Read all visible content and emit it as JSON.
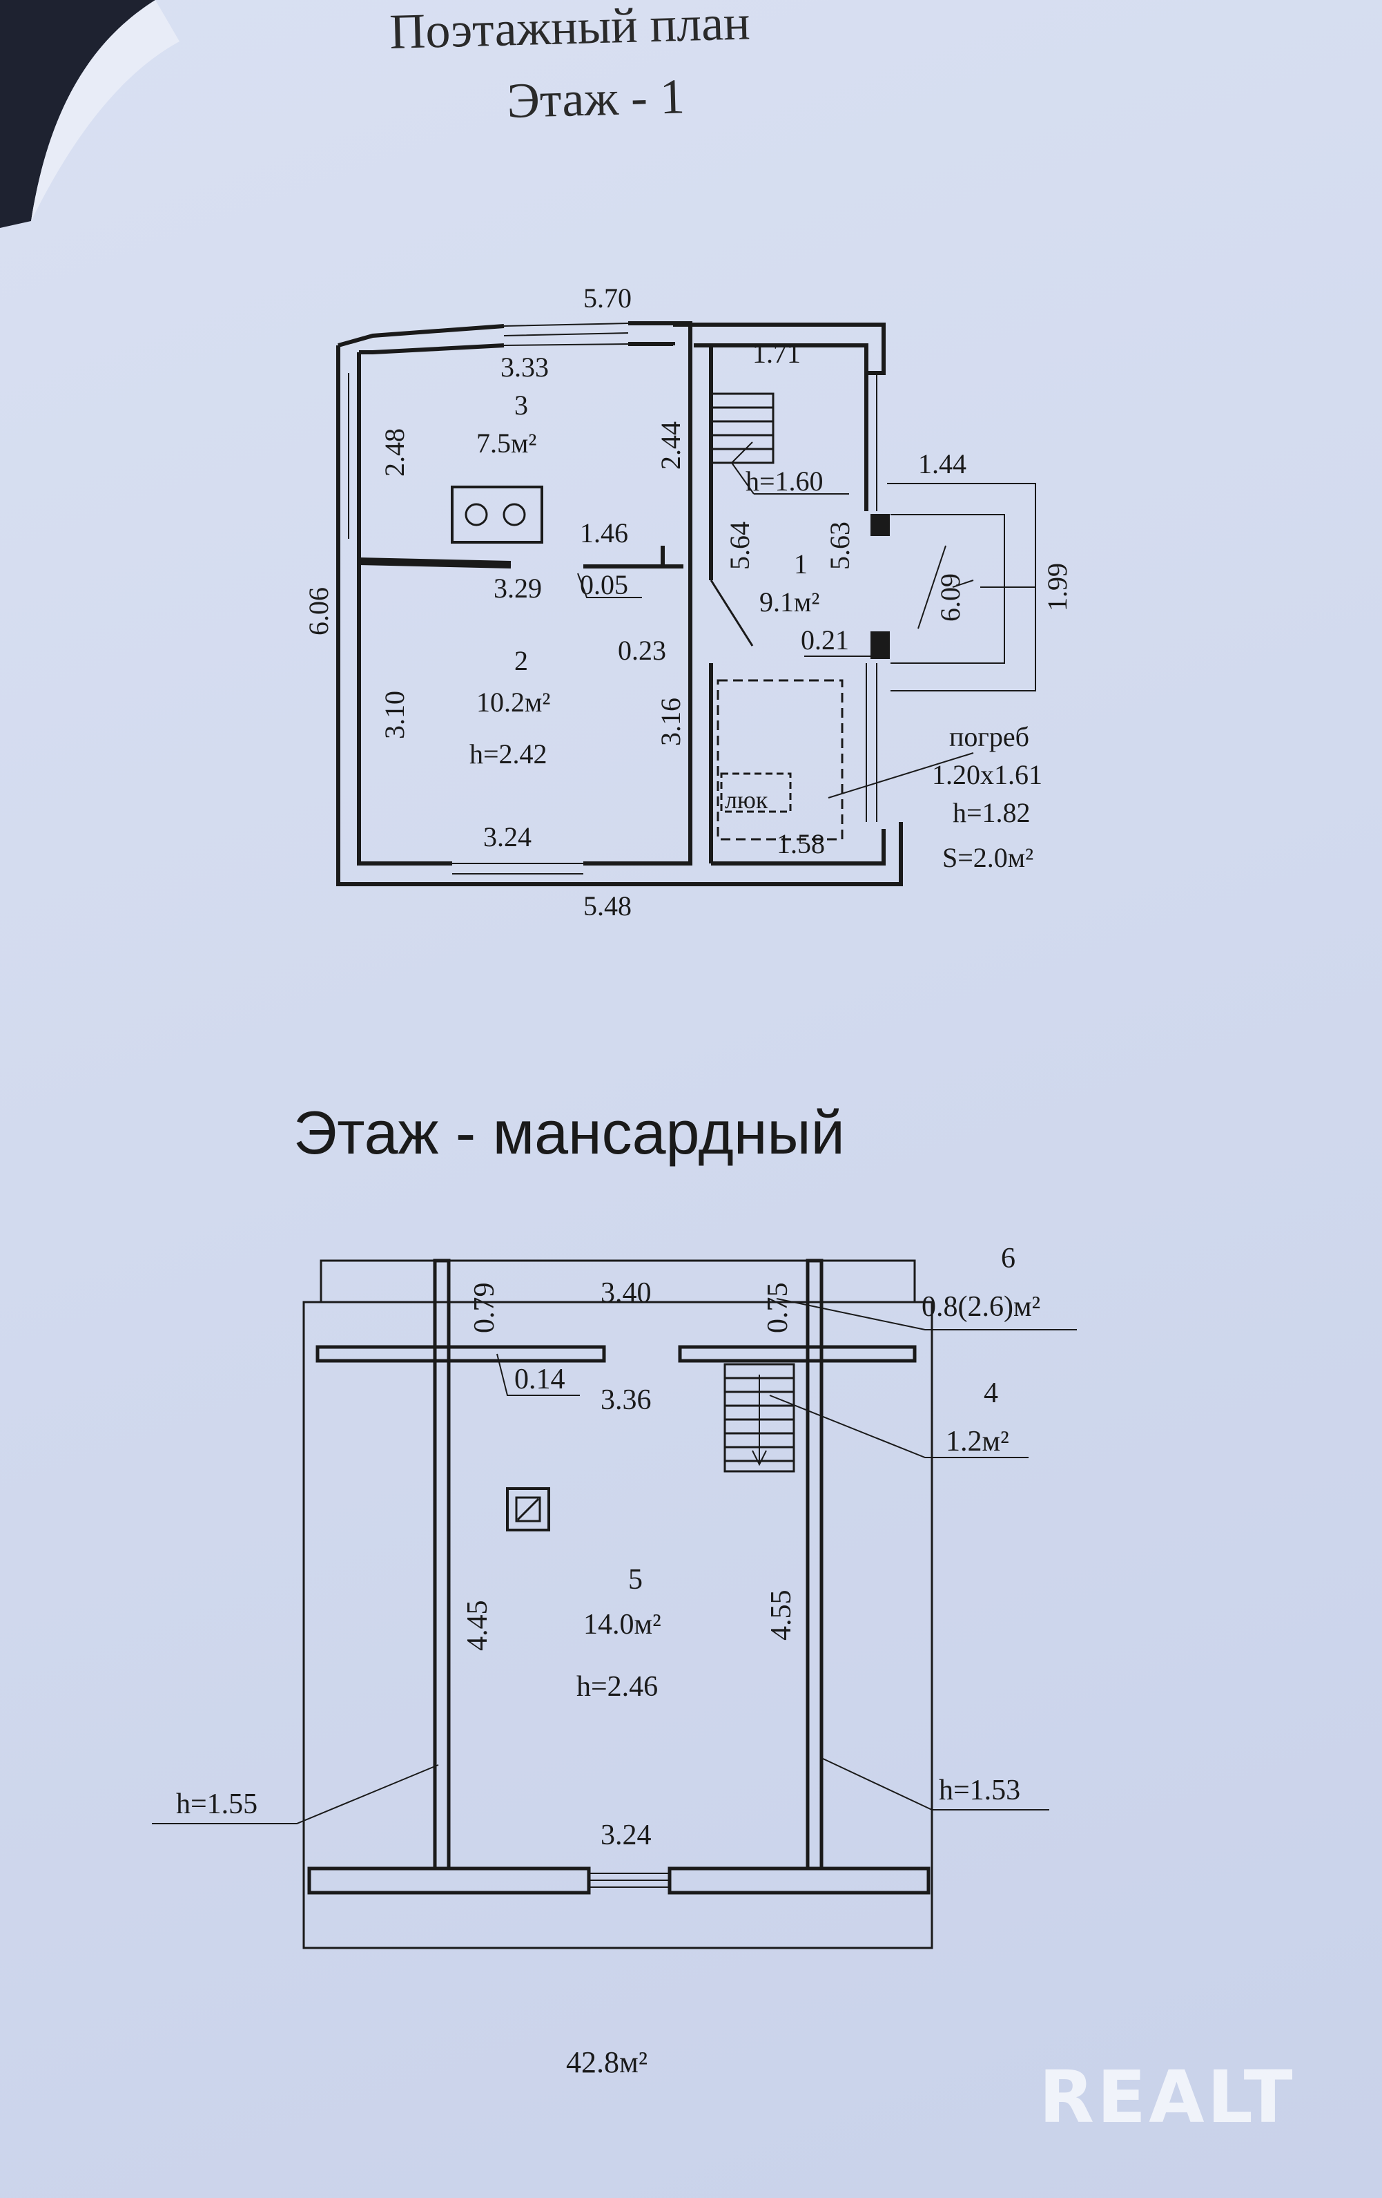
{
  "title": "Поэтажный план",
  "floor1": {
    "heading": "Этаж - 1",
    "dims": {
      "top_total": "5.70",
      "bottom_total": "5.48",
      "left_total": "6.06",
      "r3_width": "3.33",
      "r3_left": "2.48",
      "r3_right": "2.44",
      "r1_width": "1.71",
      "step_h": "h=1.60",
      "d146": "1.46",
      "d329": "3.29",
      "d005": "0.05",
      "d564": "5.64",
      "d563": "5.63",
      "d144": "1.44",
      "d199": "1.99",
      "d609": "6.09",
      "d021": "0.21",
      "d023": "0.23",
      "d310": "3.10",
      "d316": "3.16",
      "d324": "3.24",
      "d158": "1.58"
    },
    "rooms": [
      {
        "num": "3",
        "area": "7.5м²"
      },
      {
        "num": "2",
        "area": "10.2м²",
        "height": "h=2.42"
      },
      {
        "num": "1",
        "area": "9.1м²"
      }
    ],
    "cellar": {
      "label": "погреб",
      "size": "1.20x1.61",
      "height": "h=1.82",
      "area": "S=2.0м²",
      "hatch": "люк"
    }
  },
  "attic": {
    "heading": "Этаж - мансардный",
    "dims": {
      "d079": "0.79",
      "d340": "3.40",
      "d075": "0.75",
      "d014": "0.14",
      "d336": "3.36",
      "d445": "4.45",
      "d455": "4.55",
      "d324": "3.24",
      "h_left": "h=1.55",
      "h_right": "h=1.53"
    },
    "rooms": [
      {
        "num": "6",
        "area": "0.8(2.6)м²"
      },
      {
        "num": "4",
        "area": "1.2м²"
      },
      {
        "num": "5",
        "area": "14.0м²",
        "height": "h=2.46"
      }
    ]
  },
  "total_area": "42.8м²",
  "watermark": "REALT"
}
